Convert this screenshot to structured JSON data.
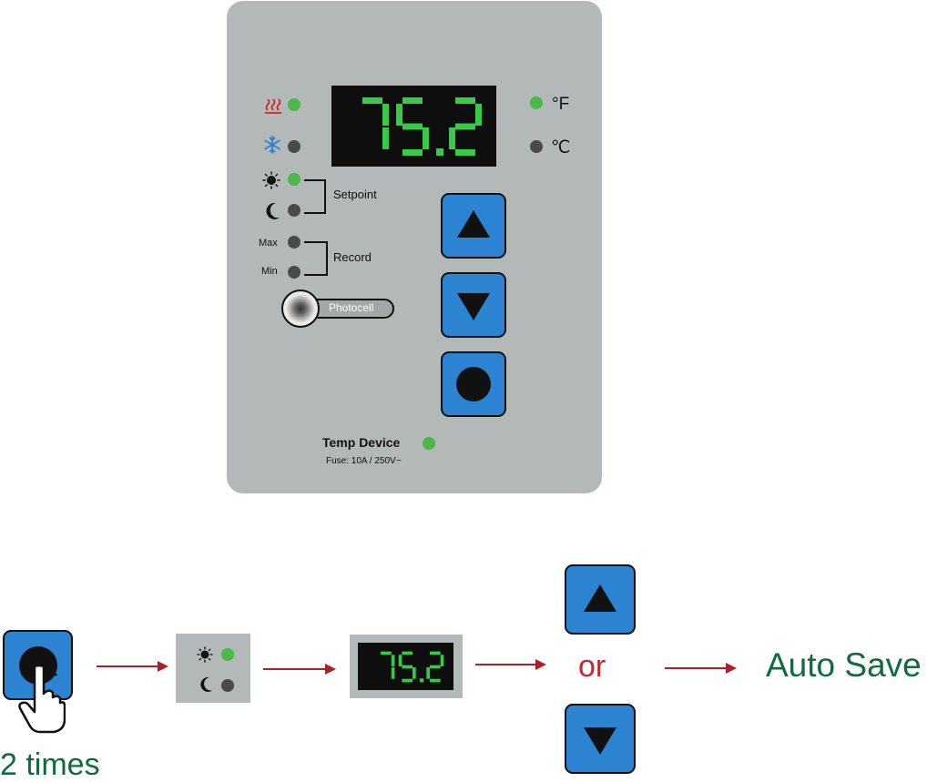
{
  "panel": {
    "display_value": "75.2",
    "unit_f": "°F",
    "unit_c": "℃",
    "setpoint_label": "Setpoint",
    "record_label": "Record",
    "max_label": "Max",
    "min_label": "Min",
    "photocell_label": "Photocell",
    "device_name": "Temp Device",
    "fuse_label": "Fuse: 10A / 250V~",
    "leds": {
      "heat": "on",
      "cool": "off",
      "day": "on",
      "night": "off",
      "max": "off",
      "min": "off",
      "fahrenheit": "on",
      "celsius": "off",
      "power": "on"
    },
    "icons": [
      "heat-icon",
      "snowflake-icon",
      "sun-icon",
      "moon-icon"
    ]
  },
  "flow": {
    "press_count": "2 times",
    "mini_display_value": "75.2",
    "or_label": "or",
    "auto_save_label": "Auto Save"
  },
  "colors": {
    "panel": "#b3b8b9",
    "button_blue": "#2b83d1",
    "led_green": "#4cb848",
    "led_off": "#4a4a4a",
    "lcd_segment": "#37c948",
    "arrow_red": "#b11f24",
    "text_green": "#0f6b3c",
    "heat_red": "#e02020",
    "snow_blue": "#2b7fd0"
  }
}
